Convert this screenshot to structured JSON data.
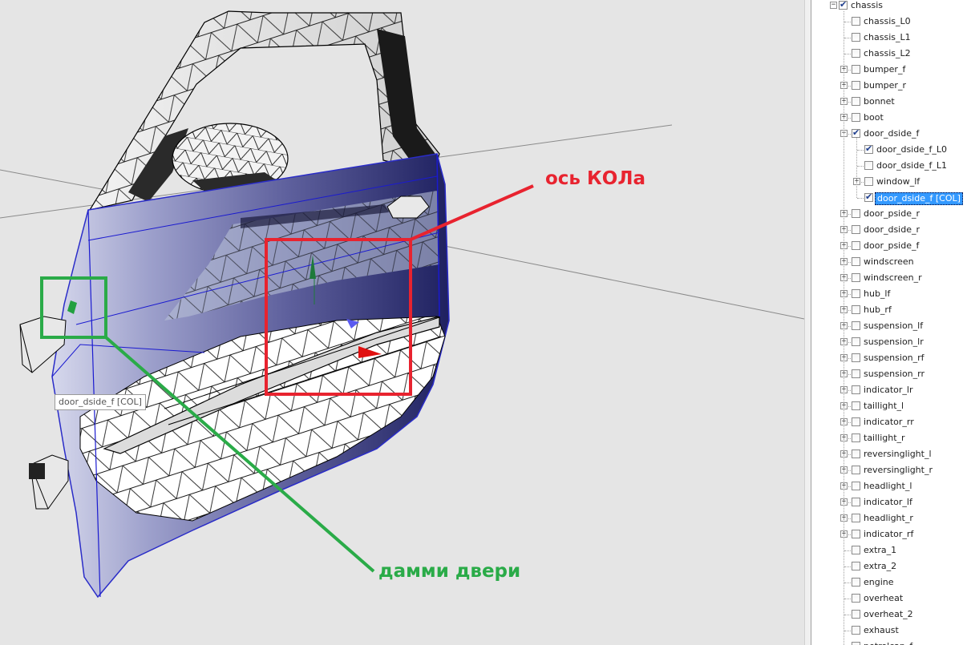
{
  "annotations": {
    "axis_label": "ось КОЛа",
    "dummy_label": "дамми двери",
    "axis_color": "#e8232f",
    "dummy_color": "#2aab48"
  },
  "viewport": {
    "tooltip": "door_dside_f [COL]"
  },
  "tree": {
    "root": {
      "label": "chassis",
      "checked": true,
      "expanded": true
    },
    "items": [
      {
        "label": "chassis_L0",
        "level": 1,
        "checked": false,
        "expander": "none"
      },
      {
        "label": "chassis_L1",
        "level": 1,
        "checked": false,
        "expander": "none"
      },
      {
        "label": "chassis_L2",
        "level": 1,
        "checked": false,
        "expander": "none"
      },
      {
        "label": "bumper_f",
        "level": 1,
        "checked": false,
        "expander": "plus"
      },
      {
        "label": "bumper_r",
        "level": 1,
        "checked": false,
        "expander": "plus"
      },
      {
        "label": "bonnet",
        "level": 1,
        "checked": false,
        "expander": "plus"
      },
      {
        "label": "boot",
        "level": 1,
        "checked": false,
        "expander": "plus"
      },
      {
        "label": "door_dside_f",
        "level": 1,
        "checked": true,
        "expander": "minus"
      },
      {
        "label": "door_dside_f_L0",
        "level": 2,
        "checked": true,
        "expander": "none"
      },
      {
        "label": "door_dside_f_L1",
        "level": 2,
        "checked": false,
        "expander": "none"
      },
      {
        "label": "window_lf",
        "level": 2,
        "checked": false,
        "expander": "plus"
      },
      {
        "label": "door_dside_f [COL]",
        "level": 2,
        "checked": true,
        "expander": "none",
        "selected": true
      },
      {
        "label": "door_pside_r",
        "level": 1,
        "checked": false,
        "expander": "plus"
      },
      {
        "label": "door_dside_r",
        "level": 1,
        "checked": false,
        "expander": "plus"
      },
      {
        "label": "door_pside_f",
        "level": 1,
        "checked": false,
        "expander": "plus"
      },
      {
        "label": "windscreen",
        "level": 1,
        "checked": false,
        "expander": "plus"
      },
      {
        "label": "windscreen_r",
        "level": 1,
        "checked": false,
        "expander": "plus"
      },
      {
        "label": "hub_lf",
        "level": 1,
        "checked": false,
        "expander": "plus"
      },
      {
        "label": "hub_rf",
        "level": 1,
        "checked": false,
        "expander": "plus"
      },
      {
        "label": "suspension_lf",
        "level": 1,
        "checked": false,
        "expander": "plus"
      },
      {
        "label": "suspension_lr",
        "level": 1,
        "checked": false,
        "expander": "plus"
      },
      {
        "label": "suspension_rf",
        "level": 1,
        "checked": false,
        "expander": "plus"
      },
      {
        "label": "suspension_rr",
        "level": 1,
        "checked": false,
        "expander": "plus"
      },
      {
        "label": "indicator_lr",
        "level": 1,
        "checked": false,
        "expander": "plus"
      },
      {
        "label": "taillight_l",
        "level": 1,
        "checked": false,
        "expander": "plus"
      },
      {
        "label": "indicator_rr",
        "level": 1,
        "checked": false,
        "expander": "plus"
      },
      {
        "label": "taillight_r",
        "level": 1,
        "checked": false,
        "expander": "plus"
      },
      {
        "label": "reversinglight_l",
        "level": 1,
        "checked": false,
        "expander": "plus"
      },
      {
        "label": "reversinglight_r",
        "level": 1,
        "checked": false,
        "expander": "plus"
      },
      {
        "label": "headlight_l",
        "level": 1,
        "checked": false,
        "expander": "plus"
      },
      {
        "label": "indicator_lf",
        "level": 1,
        "checked": false,
        "expander": "plus"
      },
      {
        "label": "headlight_r",
        "level": 1,
        "checked": false,
        "expander": "plus"
      },
      {
        "label": "indicator_rf",
        "level": 1,
        "checked": false,
        "expander": "plus"
      },
      {
        "label": "extra_1",
        "level": 1,
        "checked": false,
        "expander": "none"
      },
      {
        "label": "extra_2",
        "level": 1,
        "checked": false,
        "expander": "none"
      },
      {
        "label": "engine",
        "level": 1,
        "checked": false,
        "expander": "none"
      },
      {
        "label": "overheat",
        "level": 1,
        "checked": false,
        "expander": "none"
      },
      {
        "label": "overheat_2",
        "level": 1,
        "checked": false,
        "expander": "none"
      },
      {
        "label": "exhaust",
        "level": 1,
        "checked": false,
        "expander": "none"
      },
      {
        "label": "petrolcap_f",
        "level": 1,
        "checked": false,
        "expander": "none"
      }
    ]
  }
}
